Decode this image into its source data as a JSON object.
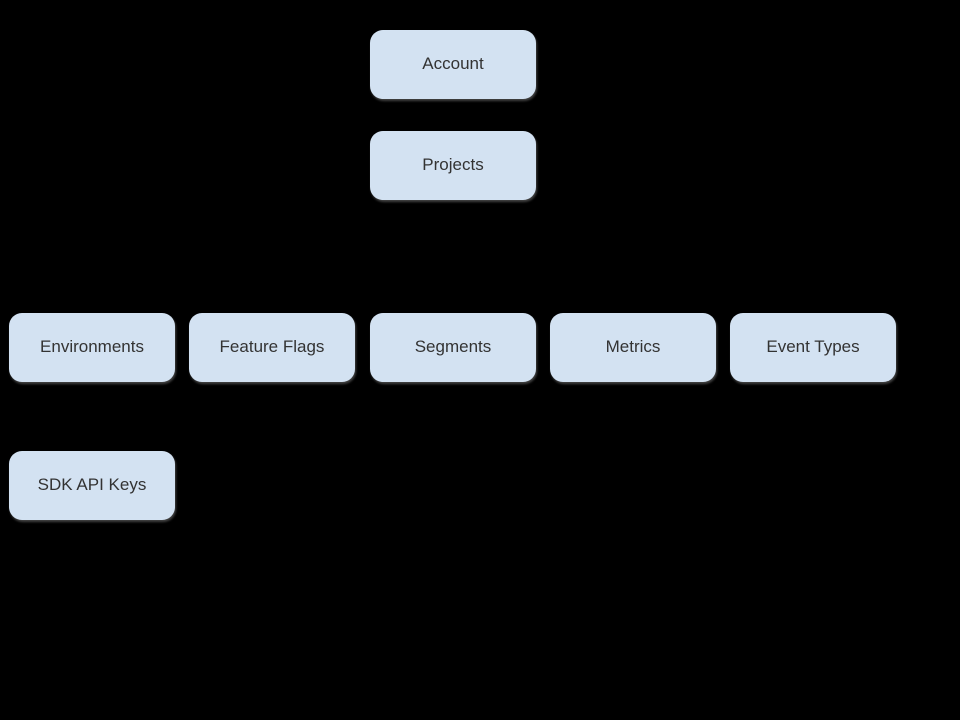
{
  "diagram": {
    "background_color": "#000000",
    "node_fill_color": "#d3e2f2",
    "node_text_color": "#333333",
    "nodes": [
      {
        "id": "account",
        "label": "Account"
      },
      {
        "id": "projects",
        "label": "Projects"
      },
      {
        "id": "environments",
        "label": "Environments"
      },
      {
        "id": "feature-flags",
        "label": "Feature Flags"
      },
      {
        "id": "segments",
        "label": "Segments"
      },
      {
        "id": "metrics",
        "label": "Metrics"
      },
      {
        "id": "event-types",
        "label": "Event Types"
      },
      {
        "id": "sdk-api-keys",
        "label": "SDK API Keys"
      }
    ]
  }
}
